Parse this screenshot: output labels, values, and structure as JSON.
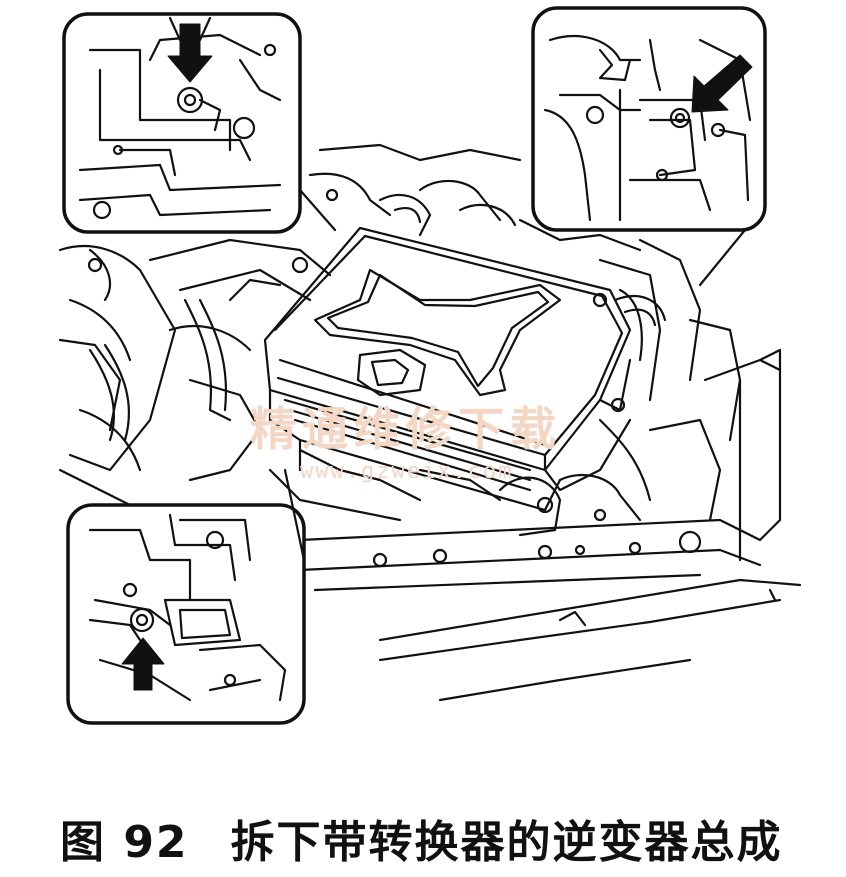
{
  "figure": {
    "number": "图 92",
    "caption": "拆下带转换器的逆变器总成"
  },
  "watermark": {
    "text": "精通维修下载",
    "url": "www.gzweix.com"
  },
  "colors": {
    "line": "#111111",
    "watermark": "#f3d6c4",
    "background": "#ffffff"
  },
  "callouts": [
    {
      "name": "top-left-detail",
      "arrow": "down"
    },
    {
      "name": "top-right-detail",
      "arrow": "down-left"
    },
    {
      "name": "bottom-left-detail",
      "arrow": "up"
    }
  ]
}
